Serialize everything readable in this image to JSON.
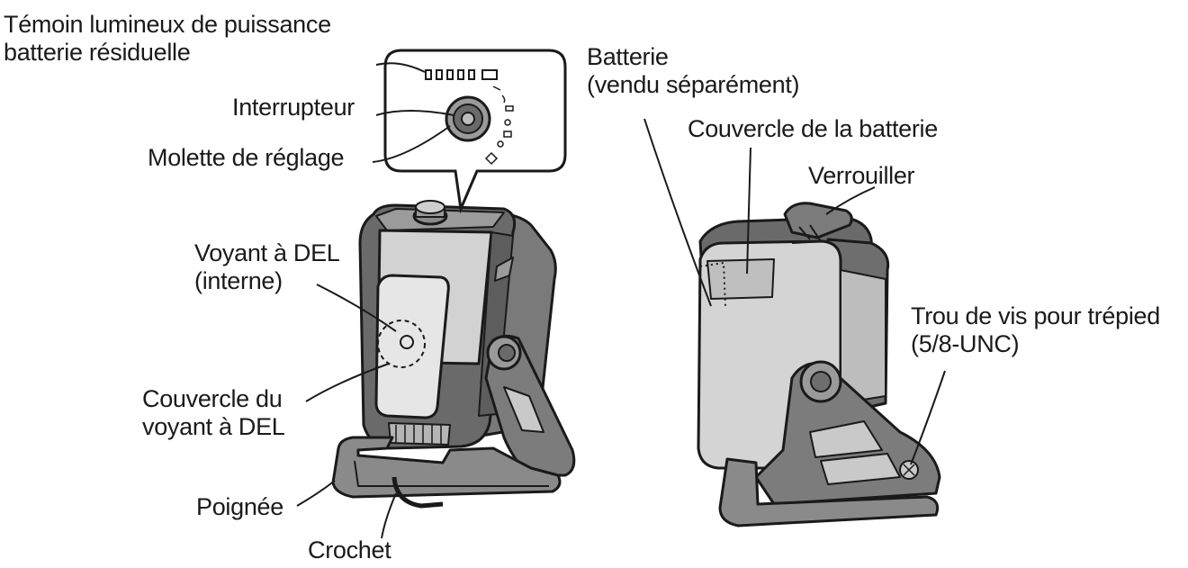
{
  "labels": {
    "battery_indicator": [
      "Témoin lumineux de puissance",
      "batterie résiduelle"
    ],
    "switch": "Interrupteur",
    "dial": "Molette de réglage",
    "led": [
      "Voyant à DEL",
      "(interne)"
    ],
    "led_cover": [
      "Couvercle du",
      "voyant à DEL"
    ],
    "handle": "Poignée",
    "hook": "Crochet",
    "battery": [
      "Batterie",
      "(vendu séparément)"
    ],
    "battery_cover": "Couvercle de la batterie",
    "lock": "Verrouiller",
    "tripod_hole": [
      "Trou de vis pour trépied",
      "(5/8-UNC)"
    ]
  },
  "colors": {
    "line": "#1a1a1a",
    "body_dark": "#6e6e6e",
    "body_mid": "#9a9a9a",
    "panel_light": "#d6d6d6",
    "stand": "#7c7c7c"
  },
  "icons": {
    "dial_marks": "brightness-mode-icons",
    "indicator_leds": "battery-level-segments"
  }
}
